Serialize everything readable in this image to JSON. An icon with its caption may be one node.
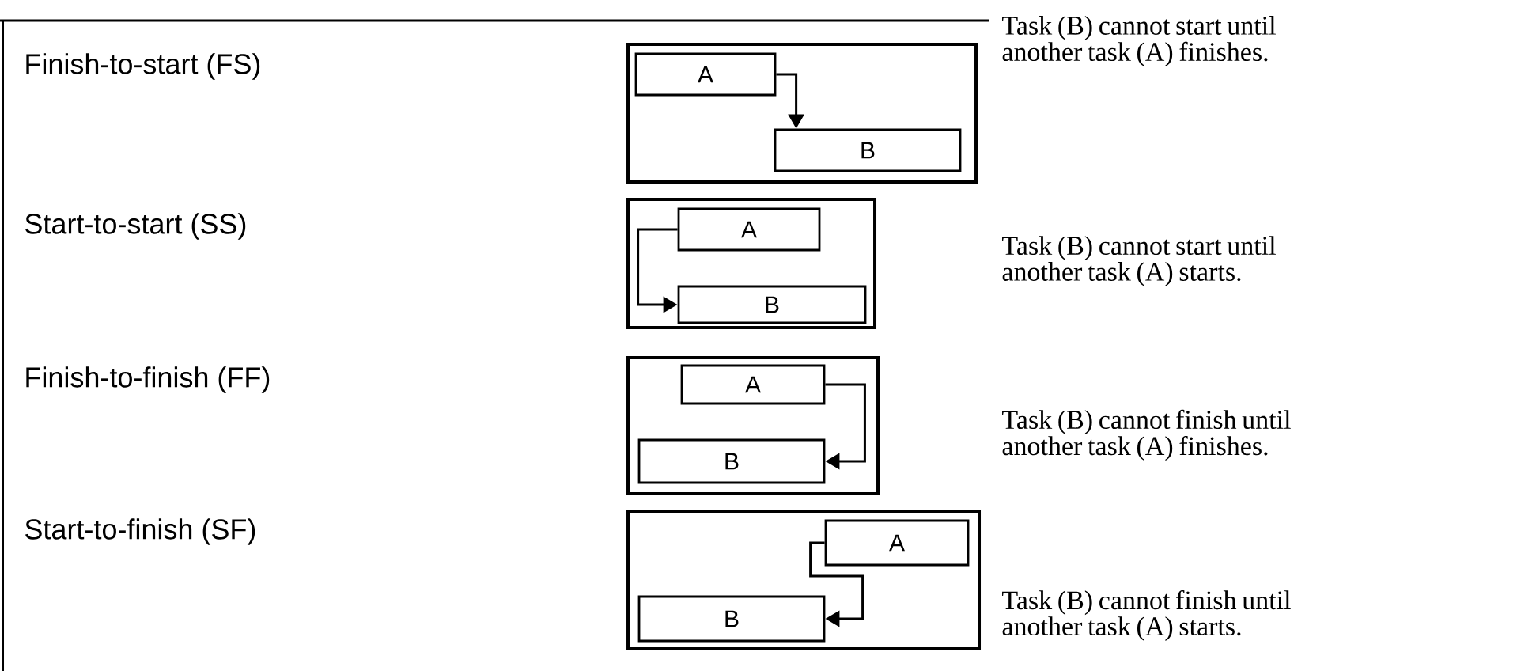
{
  "diagram": {
    "nodes": [
      {
        "text": [],
        "shape": "box"
      },
      {
        "text": [
          "A"
        ],
        "in": 0
      },
      {
        "text": [
          "B"
        ],
        "in": 0
      },
      {
        "text": [],
        "shape": "box"
      },
      {
        "text": [
          "A"
        ],
        "in": 3
      },
      {
        "text": [
          "B"
        ],
        "in": 3
      },
      {
        "text": [],
        "shape": "box"
      },
      {
        "text": [
          "A"
        ],
        "in": 6
      },
      {
        "text": [
          "B"
        ],
        "in": 6
      },
      {
        "text": [],
        "shape": "box"
      },
      {
        "text": [
          "A"
        ],
        "in": 9
      },
      {
        "text": [
          "B"
        ],
        "in": 9
      }
    ],
    "edges": [
      {
        "from": 1,
        "to": 2,
        "arrow": "to"
      },
      {
        "from": 4,
        "to": 5,
        "arrow": "to"
      },
      {
        "from": 7,
        "to": 8,
        "arrow": "to"
      },
      {
        "from": 10,
        "to": 11,
        "arrow": "to"
      }
    ],
    "labels": [
      "Finish-to-start (FS)",
      "Task (B) cannot start until another task (A) finishes.",
      "Start-to-start (SS)",
      "Task (B) cannot start until another task (A) starts.",
      "Finish-to-finish (FF)",
      "Task (B) cannot finish until another task (A) finishes.",
      "Start-to-finish (SF)",
      "Task (B) cannot finish until another task (A) starts."
    ]
  }
}
